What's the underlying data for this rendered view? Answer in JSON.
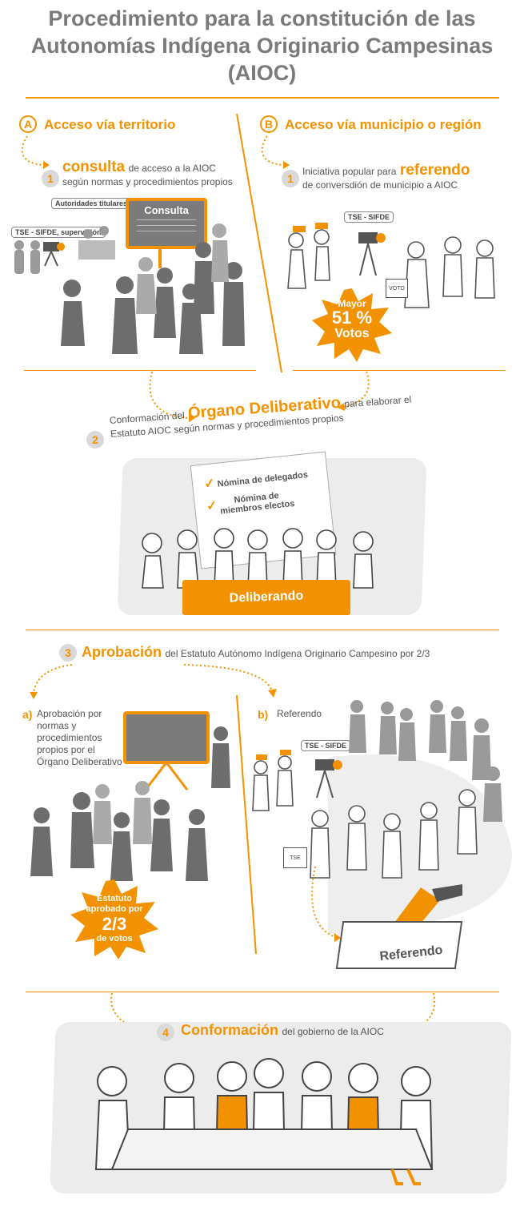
{
  "title": {
    "line1": "Procedimiento para la constitución de las",
    "line2": "Autonomías Indígena Originario Campesinas",
    "line3": "(AIOC)"
  },
  "route_a": {
    "badge": "A",
    "label": "Acceso vía territorio"
  },
  "route_b": {
    "badge": "B",
    "label": "Acceso vía municipio o región"
  },
  "step_a1": {
    "number": "1",
    "highlight": "consulta",
    "text1": "de acceso a la AIOC",
    "text2": "según normas y procedimientos propios",
    "tag_authorities": "Autoridades titulares",
    "tag_tse": "TSE - SIFDE, supervisión",
    "sign": "Consulta"
  },
  "step_b1": {
    "number": "1",
    "text1": "Iniciativa popular para",
    "highlight": "referendo",
    "text2": "de conversdión de municipio a AIOC",
    "tag_tse": "TSE - SIFDE",
    "ballot": "VOTO",
    "burst_line1": "Mayor",
    "burst_line2": "51 %",
    "burst_line3": "Votos"
  },
  "step_2": {
    "number": "2",
    "text1": "Conformación del",
    "highlight": "Órgano Deliberativo",
    "text2": "para elaborar el",
    "text3": "Estatuto AIOC según normas y procedimientos propios",
    "check1": "Nómina de delegados",
    "check2a": "Nómina de",
    "check2b": "miembros electos",
    "table_label": "Deliberando"
  },
  "step_3": {
    "number": "3",
    "highlight": "Aprobación",
    "text": "del Estatuto Autónomo Indígena Originario Campesino por 2/3",
    "a_letter": "a)",
    "a_text1": "Aprobación por",
    "a_text2": "normas y",
    "a_text3": "procedimientos",
    "a_text4": "propios por el",
    "a_text5": "Órgano Deliberativo",
    "burst_line1": "Estatuto",
    "burst_line2": "aprobado por",
    "burst_line3": "2/3",
    "burst_line4": "de votos",
    "b_letter": "b)",
    "b_text": "Referendo",
    "tag_tse": "TSE - SIFDE",
    "ballot": "TSE",
    "box_label": "Referendo"
  },
  "step_4": {
    "number": "4",
    "highlight": "Conformación",
    "text": "del gobierno de la AIOC"
  },
  "colors": {
    "accent": "#f39200",
    "gray": "#7b7b7b",
    "light": "#ececec"
  }
}
